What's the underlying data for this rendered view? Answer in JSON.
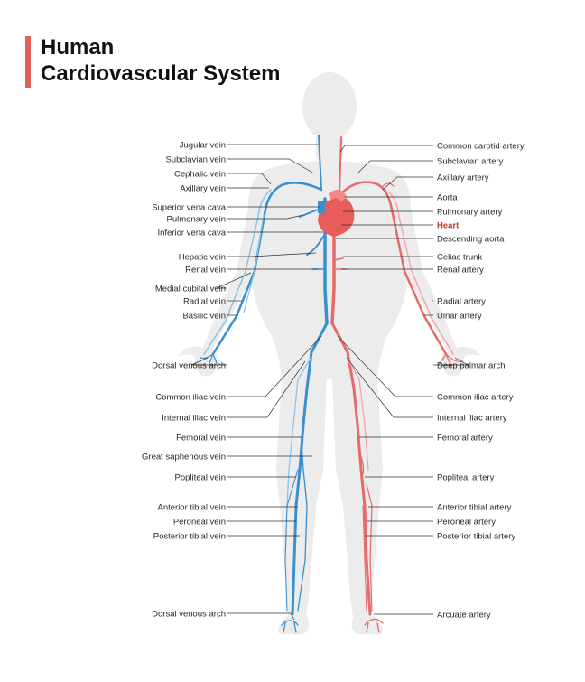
{
  "title": {
    "line1": "Human",
    "line2": "Cardiovascular System"
  },
  "colors": {
    "accent": "#e0605e",
    "vein": "#3a8fcf",
    "artery": "#e46b68",
    "heart": "#e85c5a",
    "highlight": "#c0392b",
    "silhouette": "#ececec"
  },
  "labels": {
    "jugular_vein": "Jugular vein",
    "subclavian_vein": "Subclavian vein",
    "cephalic_vein": "Cephalic vein",
    "axillary_vein": "Axillary vein",
    "superior_vena_cava": "Superior vena cava",
    "pulmonary_vein": "Pulmonary vein",
    "inferior_vena_cava": "Inferior vena cava",
    "hepatic_vein": "Hepatic vein",
    "renal_vein": "Renal vein",
    "medial_cubital_vein": "Medial cubital vein",
    "radial_vein": "Radial vein",
    "basilic_vein": "Basilic vein",
    "dorsal_venous_arch_hand": "Dorsal venous arch",
    "common_iliac_vein": "Common iliac vein",
    "internal_iliac_vein": "Internal iliac vein",
    "femoral_vein": "Femoral vein",
    "great_saphenous_vein": "Great saphenous vein",
    "popliteal_vein": "Popliteal vein",
    "anterior_tibial_vein": "Anterior tibial vein",
    "peroneal_vein": "Peroneal vein",
    "posterior_tibial_vein": "Posterior tibial vein",
    "dorsal_venous_arch_foot": "Dorsal venous arch",
    "common_carotid_artery": "Common carotid artery",
    "subclavian_artery": "Subclavian artery",
    "axillary_artery": "Axillary artery",
    "aorta": "Aorta",
    "pulmonary_artery": "Pulmonary artery",
    "heart": "Heart",
    "descending_aorta": "Descending aorta",
    "celiac_trunk": "Celiac trunk",
    "renal_artery": "Renal artery",
    "radial_artery": "Radial artery",
    "ulnar_artery": "Ulnar artery",
    "deep_palmar_arch": "Deep palmar arch",
    "common_iliac_artery": "Common iliac artery",
    "internal_iliac_artery": "Internal iliac artery",
    "femoral_artery": "Femoral artery",
    "popliteal_artery": "Popliteal artery",
    "anterior_tibial_artery": "Anterior tibial artery",
    "peroneal_artery": "Peroneal artery",
    "posterior_tibial_artery": "Posterior tibial artery",
    "arcuate_artery": "Arcuate artery"
  }
}
